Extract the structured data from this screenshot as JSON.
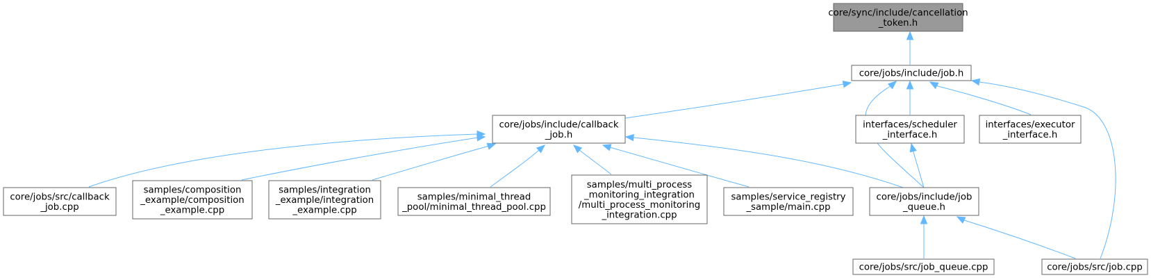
{
  "graph": {
    "nodes": [
      {
        "id": "cancellation_token_h",
        "lines": [
          "core/sync/include/cancellation",
          "_token.h"
        ],
        "root": true
      },
      {
        "id": "job_h",
        "lines": [
          "core/jobs/include/job.h"
        ]
      },
      {
        "id": "callback_job_h",
        "lines": [
          "core/jobs/include/callback",
          "_job.h"
        ]
      },
      {
        "id": "scheduler_interface_h",
        "lines": [
          "interfaces/scheduler",
          "_interface.h"
        ]
      },
      {
        "id": "executor_interface_h",
        "lines": [
          "interfaces/executor",
          "_interface.h"
        ]
      },
      {
        "id": "callback_job_cpp",
        "lines": [
          "core/jobs/src/callback",
          "_job.cpp"
        ]
      },
      {
        "id": "composition_example_cpp",
        "lines": [
          "samples/composition",
          "_example/composition",
          "_example.cpp"
        ]
      },
      {
        "id": "integration_example_cpp",
        "lines": [
          "samples/integration",
          "_example/integration",
          "_example.cpp"
        ]
      },
      {
        "id": "minimal_thread_pool_cpp",
        "lines": [
          "samples/minimal_thread",
          "_pool/minimal_thread_pool.cpp"
        ]
      },
      {
        "id": "multi_process_cpp",
        "lines": [
          "samples/multi_process",
          "_monitoring_integration",
          "/multi_process_monitoring",
          "_integration.cpp"
        ]
      },
      {
        "id": "service_registry_main_cpp",
        "lines": [
          "samples/service_registry",
          "_sample/main.cpp"
        ]
      },
      {
        "id": "job_queue_h",
        "lines": [
          "core/jobs/include/job",
          "_queue.h"
        ]
      },
      {
        "id": "job_queue_cpp",
        "lines": [
          "core/jobs/src/job_queue.cpp"
        ]
      },
      {
        "id": "job_cpp",
        "lines": [
          "core/jobs/src/job.cpp"
        ]
      }
    ],
    "edges": [
      {
        "from": "job_h",
        "to": "cancellation_token_h"
      },
      {
        "from": "callback_job_h",
        "to": "job_h"
      },
      {
        "from": "job_queue_h",
        "to": "job_h"
      },
      {
        "from": "scheduler_interface_h",
        "to": "job_h"
      },
      {
        "from": "executor_interface_h",
        "to": "job_h"
      },
      {
        "from": "job_cpp",
        "to": "job_h"
      },
      {
        "from": "callback_job_cpp",
        "to": "callback_job_h"
      },
      {
        "from": "composition_example_cpp",
        "to": "callback_job_h"
      },
      {
        "from": "integration_example_cpp",
        "to": "callback_job_h"
      },
      {
        "from": "minimal_thread_pool_cpp",
        "to": "callback_job_h"
      },
      {
        "from": "multi_process_cpp",
        "to": "callback_job_h"
      },
      {
        "from": "service_registry_main_cpp",
        "to": "callback_job_h"
      },
      {
        "from": "job_queue_h",
        "to": "callback_job_h"
      },
      {
        "from": "job_queue_h",
        "to": "scheduler_interface_h"
      },
      {
        "from": "job_queue_cpp",
        "to": "job_queue_h"
      },
      {
        "from": "job_cpp",
        "to": "job_queue_h"
      }
    ]
  }
}
